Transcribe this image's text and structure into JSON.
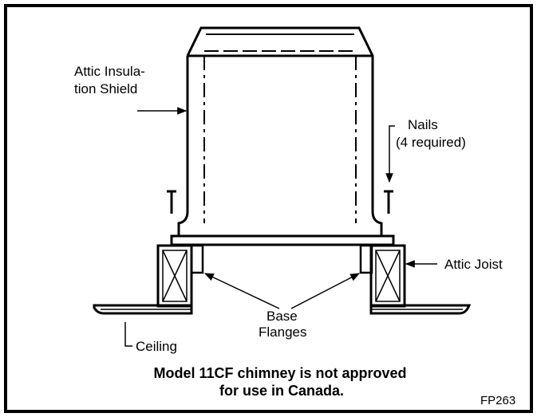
{
  "labels": {
    "shield_line1": "Attic Insula-",
    "shield_line2": "tion Shield",
    "nails_line1": "Nails",
    "nails_line2": "(4 required)",
    "attic_joist": "Attic Joist",
    "base_line1": "Base",
    "base_line2": "Flanges",
    "ceiling": "Ceiling"
  },
  "note": {
    "line1": "Model 11CF chimney is not approved",
    "line2": "for use in Canada."
  },
  "figure_code": "FP263"
}
